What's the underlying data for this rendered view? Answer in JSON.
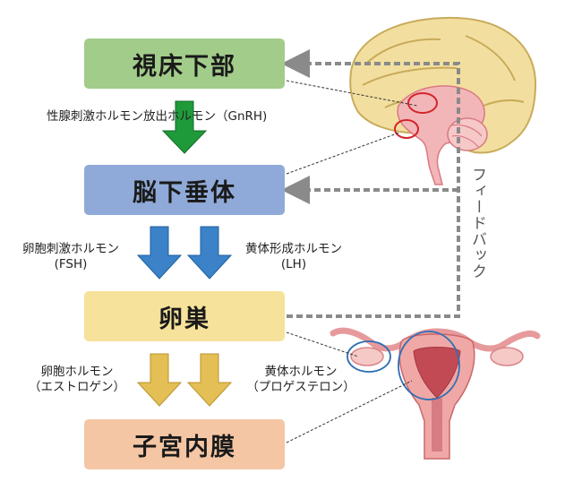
{
  "boxes": {
    "hypothalamus": {
      "label": "視床下部",
      "color": "#a2cc8a"
    },
    "pituitary": {
      "label": "脳下垂体",
      "color": "#8faad8"
    },
    "ovary": {
      "label": "卵巣",
      "color": "#f6e29a"
    },
    "endometrium": {
      "label": "子宮内膜",
      "color": "#f4c6a4"
    }
  },
  "hormones": {
    "gnrh": "性腺刺激ホルモン放出ホルモン（GnRH)",
    "fsh_name": "卵胞刺激ホルモン",
    "fsh_abbr": "(FSH)",
    "lh_name": "黄体形成ホルモン",
    "lh_abbr": "(LH)",
    "estrogen_name": "卵胞ホルモン",
    "estrogen_alt": "（エストロゲン）",
    "progesterone_name": "黄体ホルモン",
    "progesterone_alt": "（プロゲステロン）"
  },
  "feedback_label": "フィードバック",
  "colors": {
    "green_arrow": "#1f9a3a",
    "blue_arrow": "#3b82c8",
    "yellow_arrow": "#e3bf55",
    "feedback_line": "#8a8a8a"
  },
  "icons": [
    "brain-illustration",
    "uterus-illustration"
  ]
}
